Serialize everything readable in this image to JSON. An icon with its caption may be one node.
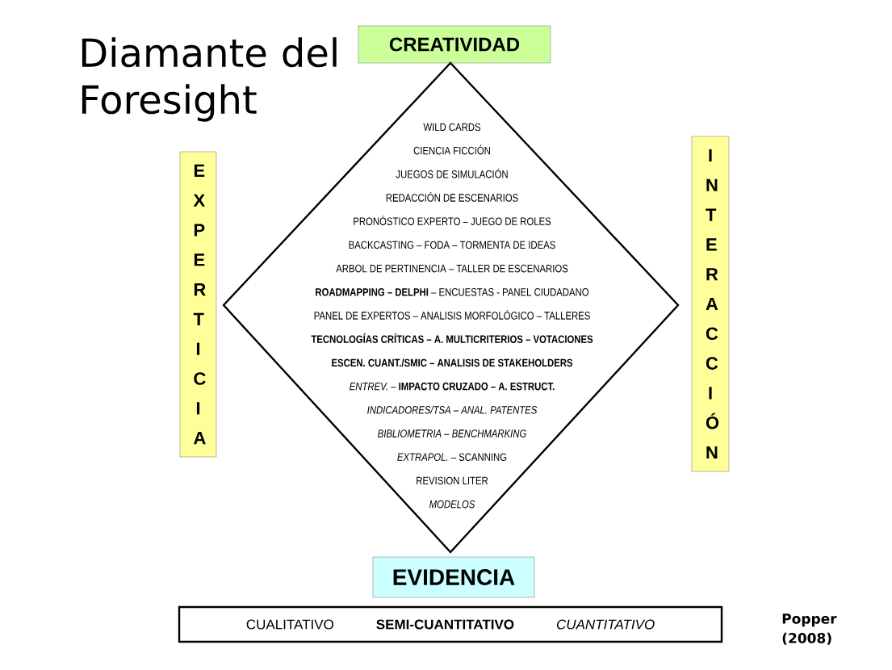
{
  "diagram": {
    "title": "Diamante del Foresight",
    "nodes": [
      {
        "text": [
          "CREATIVIDAD"
        ]
      },
      {
        "text": [
          "EXPERTICIA"
        ]
      },
      {
        "text": [
          "WILD CARDS",
          "CIENCIA FICCIÓN",
          "JUEGOS DE SIMULACIÓN",
          "REDACCIÓN DE ESCENARIOS",
          "PRONÓSTICO EXPERTO – JUEGO DE ROLES",
          "BACKCASTING – FODA – TORMENTA DE IDEAS",
          "ARBOL DE PERTINENCIA – TALLER DE ESCENARIOS",
          "**ROADMAPPING – DELPHI** – ENCUESTAS - PANEL CIUDADANO",
          "PANEL DE EXPERTOS – ANALISIS MORFOLÓGICO – TALLERES",
          "**TECNOLOGÍAS CRÍTICAS – A. MULTICRITERIOS – VOTACIONES**",
          "**ESCEN. CUANT./SMIC – ANALISIS DE STAKEHOLDERS**",
          "*ENTREV.* – **IMPACTO CRUZADO – A. ESTRUCT.**",
          "*INDICADORES/TSA – ANAL. PATENTES*",
          "*BIBLIOMETRIA – BENCHMARKING*",
          "*EXTRAPOL.* – SCANNING",
          "REVISION LITER",
          "*MODELOS*"
        ]
      },
      {
        "text": [
          "INTERACCIÓN"
        ]
      },
      {
        "text": [
          "EVIDENCIA"
        ]
      },
      {
        "text": [
          "CUALITATIVO",
          "**SEMI-CUANTITATIVO**",
          "*CUANTITATIVO*"
        ]
      }
    ],
    "labels": [
      "Popper (2008)"
    ]
  }
}
